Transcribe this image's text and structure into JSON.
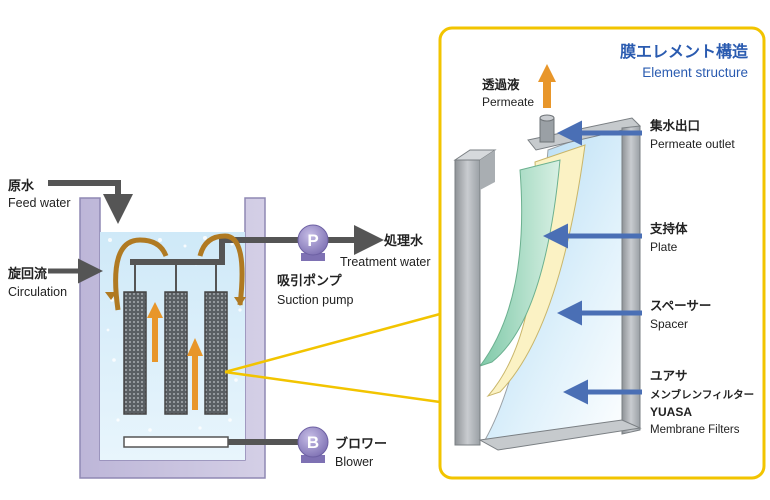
{
  "labels": {
    "feed_water_jp": "原水",
    "feed_water_en": "Feed water",
    "circulation_jp": "旋回流",
    "circulation_en": "Circulation",
    "pump_letter": "P",
    "treatment_water_jp": "処理水",
    "treatment_water_en": "Treatment water",
    "suction_pump_jp": "吸引ポンプ",
    "suction_pump_en": "Suction pump",
    "blower_letter": "B",
    "blower_jp": "ブロワー",
    "blower_en": "Blower"
  },
  "detail": {
    "title_jp": "膜エレメント構造",
    "title_en": "Element structure",
    "permeate_jp": "透過液",
    "permeate_en": "Permeate",
    "permeate_outlet_jp": "集水出口",
    "permeate_outlet_en": "Permeate outlet",
    "plate_jp": "支持体",
    "plate_en": "Plate",
    "spacer_jp": "スペーサー",
    "spacer_en": "Spacer",
    "filter_jp1": "ユアサ",
    "filter_jp2": "メンブレンフィルター",
    "filter_en1": "YUASA",
    "filter_en2": "Membrane Filters"
  },
  "colors": {
    "accent_yellow": "#f2c400",
    "title_blue": "#2a5bb0",
    "arrow_blue": "#4a6fb5",
    "pipe_gray": "#555555",
    "flow_orange": "#e8962a",
    "pump_purple": "#9a8ec6"
  }
}
